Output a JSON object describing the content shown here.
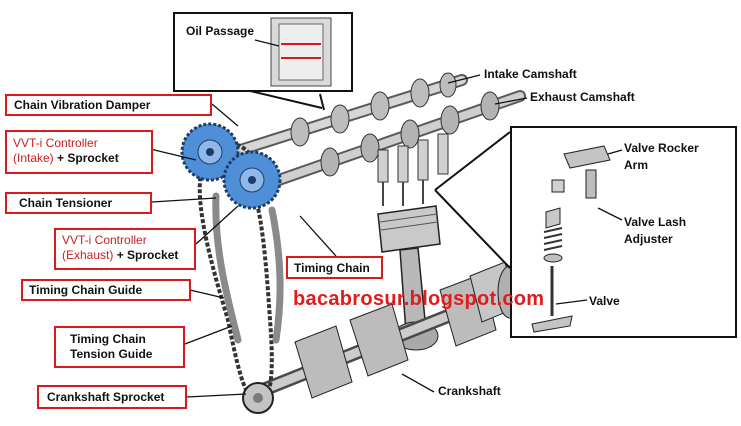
{
  "labels": {
    "oil_passage": "Oil Passage",
    "intake_camshaft": "Intake Camshaft",
    "exhaust_camshaft": "Exhaust Camshaft",
    "chain_vibration_damper": "Chain Vibration Damper",
    "vvti_intake_line1": "VVT-i Controller",
    "vvti_intake_line2a": "(Intake)",
    "vvti_intake_line2b": "+ Sprocket",
    "chain_tensioner": "Chain Tensioner",
    "vvti_exhaust_line1": "VVT-i Controller",
    "vvti_exhaust_line2a": "(Exhaust)",
    "vvti_exhaust_line2b": "+ Sprocket",
    "timing_chain": "Timing Chain",
    "timing_chain_guide": "Timing Chain Guide",
    "tension_guide_line1": "Timing Chain",
    "tension_guide_line2": "Tension Guide",
    "crankshaft_sprocket": "Crankshaft Sprocket",
    "crankshaft": "Crankshaft",
    "valve_rocker_line1": "Valve Rocker",
    "valve_rocker_line2": "Arm",
    "valve_lash_line1": "Valve Lash",
    "valve_lash_line2": "Adjuster",
    "valve": "Valve"
  },
  "watermark": "bacabrosur.blogspot.com",
  "colors": {
    "label_border": "#d9191c",
    "label_accent_text": "#c8201f",
    "watermark": "#e11c1c",
    "sprocket_blue": "#4f8fd8",
    "metal": "#bfbfbf"
  }
}
